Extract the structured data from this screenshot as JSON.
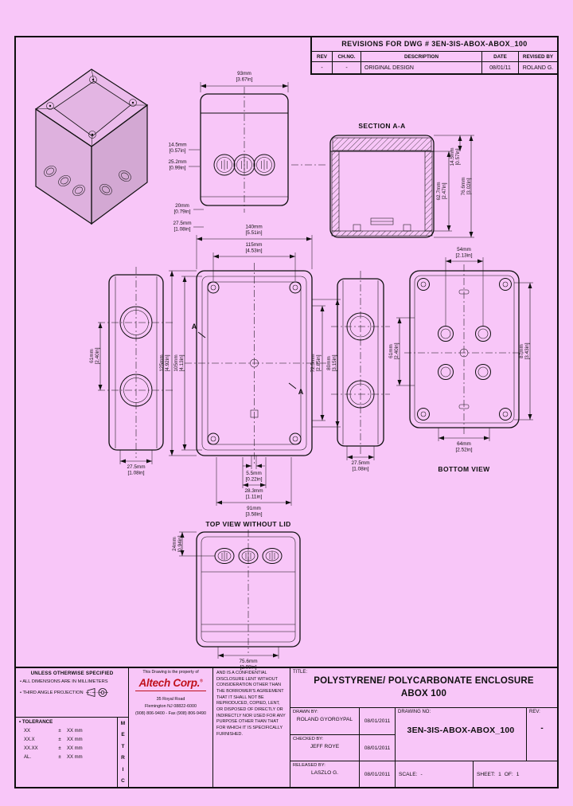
{
  "revisions": {
    "title": "REVISIONS FOR DWG # 3EN-3IS-ABOX-ABOX_100",
    "headers": [
      "REV",
      "CH.NO.",
      "DESCRIPTION",
      "DATE",
      "REVISED BY"
    ],
    "row": [
      "-",
      "-",
      "ORIGINAL DESIGN",
      "08/01/11",
      "ROLAND G."
    ]
  },
  "labels": {
    "section": "SECTION A-A",
    "top_view": "TOP VIEW WITHOUT LID",
    "bottom_view": "BOTTOM VIEW",
    "section_marker": "A"
  },
  "dims": {
    "front_width": {
      "mm": "93mm",
      "in": "[3.67in]"
    },
    "front_a": {
      "mm": "14.5mm",
      "in": "[0.57in]"
    },
    "front_b": {
      "mm": "25.2mm",
      "in": "[0.99in]"
    },
    "front_c": {
      "mm": "20mm",
      "in": "[0.79in]"
    },
    "front_d": {
      "mm": "27.5mm",
      "in": "[1.08in]"
    },
    "section_inner": {
      "mm": "62.7mm",
      "in": "[2.47in]"
    },
    "section_lid": {
      "mm": "14.5mm",
      "in": "[0.57in]"
    },
    "section_overall": {
      "mm": "76.6mm",
      "in": "[3.02in]"
    },
    "side_span": {
      "mm": "61mm",
      "in": "[2.40in]"
    },
    "side_offset": {
      "mm": "27.5mm",
      "in": "[1.08in]"
    },
    "main_outer_w": {
      "mm": "140mm",
      "in": "[5.51in]"
    },
    "main_inner_w": {
      "mm": "115mm",
      "in": "[4.53in]"
    },
    "main_left_outer": {
      "mm": "125mm",
      "in": "[4.92in]"
    },
    "main_left_inner": {
      "mm": "105mm",
      "in": "[4.13in]"
    },
    "main_right_outer": {
      "mm": "80mm",
      "in": "[3.15in]"
    },
    "main_right_inner": {
      "mm": "72.5mm",
      "in": "[2.85in]"
    },
    "main_gap": {
      "mm": "5.5mm",
      "in": "[0.22in]"
    },
    "main_step": {
      "mm": "28.3mm",
      "in": "[1.11in]"
    },
    "main_base_w": {
      "mm": "91mm",
      "in": "[3.58in]"
    },
    "side2_offset": {
      "mm": "27.5mm",
      "in": "[1.08in]"
    },
    "bv_top": {
      "mm": "54mm",
      "in": "[2.13in]"
    },
    "bv_left": {
      "mm": "61mm",
      "in": "[2.40in]"
    },
    "bv_right": {
      "mm": "87mm",
      "in": "[3.43in]"
    },
    "bv_bottom": {
      "mm": "64mm",
      "in": "[2.52in]"
    },
    "lid_depth": {
      "mm": "24mm",
      "in": "[0.94in]"
    },
    "lid_w": {
      "mm": "75.6mm",
      "in": "[2.98in]"
    }
  },
  "title_block": {
    "unless": "UNLESS OTHERWISE SPECIFIED",
    "note_dims": "• ALL DIMENSIONS ARE IN MILLIMETERS",
    "note_proj": "• THIRD ANGLE PROJECTION",
    "tolerance_title": "• TOLERANCE",
    "tol_rows": [
      [
        "XX",
        "±",
        "XX mm"
      ],
      [
        "XX.X",
        "±",
        "XX mm"
      ],
      [
        "XX.XX",
        "±",
        "XX mm"
      ],
      [
        "AL.",
        "±",
        "XX mm"
      ]
    ],
    "metric": [
      "M",
      "E",
      "T",
      "R",
      "I",
      "C"
    ],
    "property": "This Drawing is the property of",
    "company": "Altech Corp.",
    "reg": "®",
    "addr1": "35 Royal Road",
    "addr2": "Flemington NJ 08822-6000",
    "addr3": "(908) 806-9400 - Fax (908) 806-9490",
    "confidential": "AND IS A CONFIDENTIAL DISCLOSURE LENT WITHOUT CONSIDERATION OTHER THAN THE BORROWER'S AGREEMENT THAT IT SHALL NOT BE REPRODUCED, COPIED, LENT, OR DISPOSED OF DIRECTLY OR INDIRECTLY NOR USED FOR ANY PURPOSE OTHER THAN THAT FOR WHICH IT IS SPECIFICALLY FURNISHED.",
    "title_label": "TITLE:",
    "title1": "POLYSTYRENE/ POLYCARBONATE ENCLOSURE",
    "title2": "ABOX 100",
    "drawn_label": "DRAWN BY:",
    "drawn_name": "ROLAND GYORGYPAL",
    "drawn_date": "08/01/2011",
    "checked_label": "CHECKED BY:",
    "checked_name": "JEFF ROYE",
    "checked_date": "08/01/2011",
    "released_label": "RELEASED BY:",
    "released_name": "LASZLO G.",
    "released_date": "08/01/2011",
    "dwgno_label": "DRAWING NO:",
    "dwgno": "3EN-3IS-ABOX-ABOX_100",
    "rev_label": "REV:",
    "rev": "-",
    "scale_label": "SCALE:",
    "scale": "-",
    "sheet_label": "SHEET:",
    "sheet": "1",
    "of_label": "OF:",
    "of": "1"
  }
}
